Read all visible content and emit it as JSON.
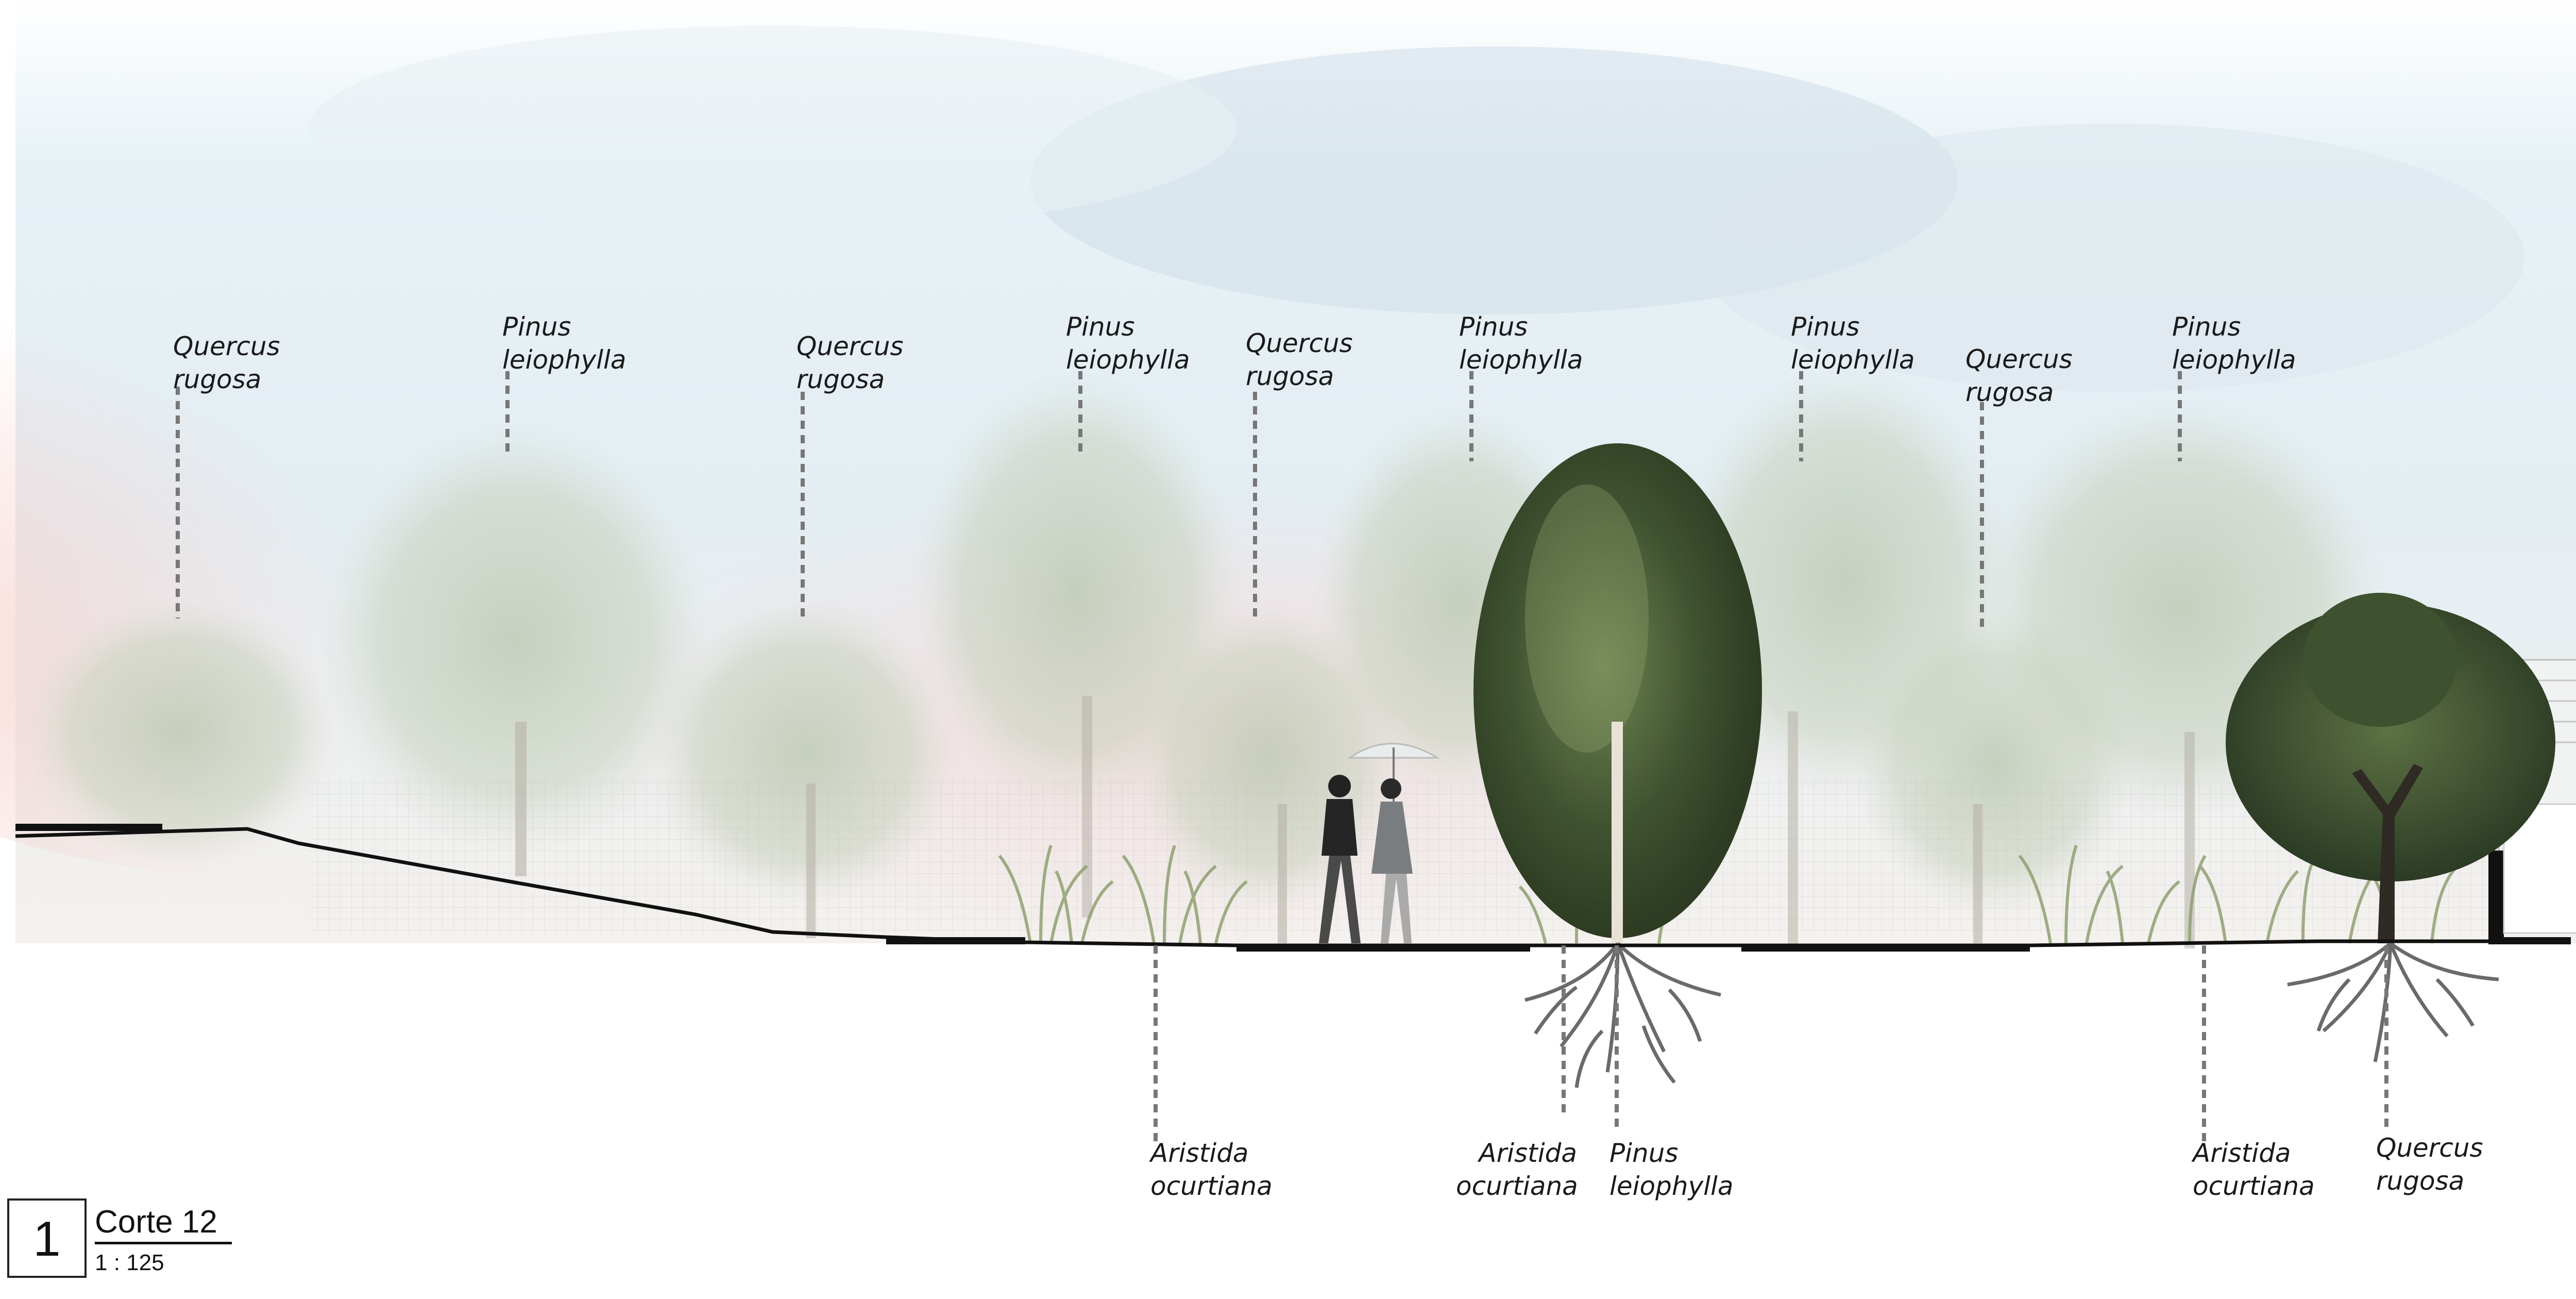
{
  "drawing": {
    "number": "1",
    "title": "Corte 12",
    "scale": "1 : 125"
  },
  "labels_top": [
    {
      "line1": "Quercus",
      "line2": "rugosa"
    },
    {
      "line1": "Pinus",
      "line2": "leiophylla"
    },
    {
      "line1": "Quercus",
      "line2": "rugosa"
    },
    {
      "line1": "Pinus",
      "line2": "leiophylla"
    },
    {
      "line1": "Quercus",
      "line2": "rugosa"
    },
    {
      "line1": "Pinus",
      "line2": "leiophylla"
    },
    {
      "line1": "Pinus",
      "line2": "leiophylla"
    },
    {
      "line1": "Quercus",
      "line2": "rugosa"
    },
    {
      "line1": "Pinus",
      "line2": "leiophylla"
    }
  ],
  "labels_bottom": [
    {
      "line1": "Aristida",
      "line2": "ocurtiana"
    },
    {
      "line1": "Aristida",
      "line2": "ocurtiana"
    },
    {
      "line1": "Pinus",
      "line2": "leiophylla"
    },
    {
      "line1": "Aristida",
      "line2": "ocurtiana"
    },
    {
      "line1": "Quercus",
      "line2": "rugosa"
    }
  ],
  "colors": {
    "sky_blue": "#dcecf4",
    "sky_pink": "#f7d8d4",
    "tree_faded": "#c9d2c4",
    "tree_dark": "#4a5c36",
    "ground_line": "#111111",
    "leader": "#777777"
  }
}
